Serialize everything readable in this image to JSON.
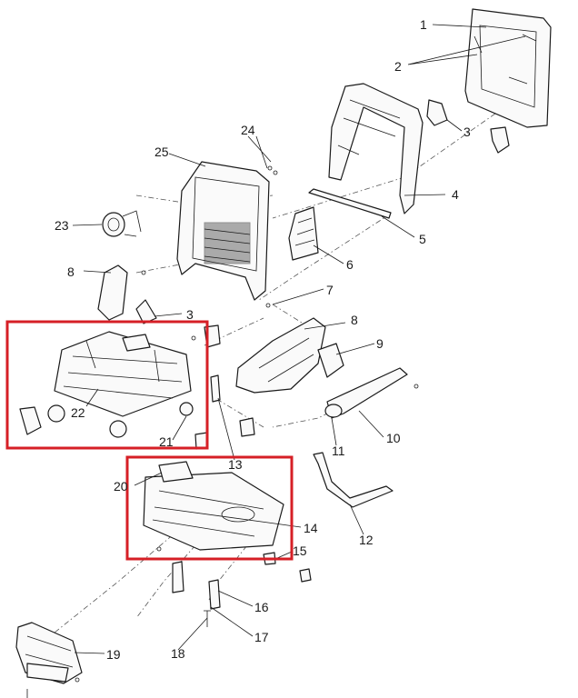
{
  "callouts": {
    "c1": "1",
    "c2": "2",
    "c3a": "3",
    "c3b": "3",
    "c4": "4",
    "c5": "5",
    "c6": "6",
    "c7": "7",
    "c8a": "8",
    "c8b": "8",
    "c9": "9",
    "c10": "10",
    "c11": "11",
    "c12": "12",
    "c13": "13",
    "c14": "14",
    "c15": "15",
    "c16": "16",
    "c17": "17",
    "c18": "18",
    "c19": "19",
    "c20": "20",
    "c21": "21",
    "c22": "22",
    "c23": "23",
    "c24": "24",
    "c25": "25"
  },
  "colors": {
    "highlight": "#d61f26",
    "line": "#1a1a1a"
  }
}
